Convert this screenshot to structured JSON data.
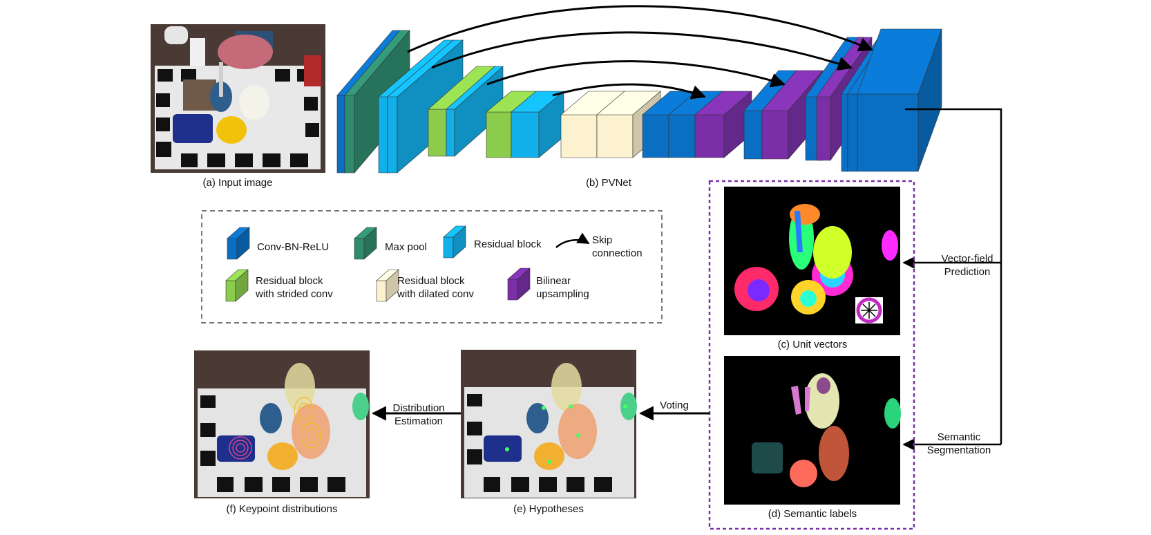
{
  "captions": {
    "input_image": "(a) Input image",
    "pvnet": "(b) PVNet",
    "unit_vectors": "(c) Unit vectors",
    "semantic_labels": "(d) Semantic labels",
    "hypotheses": "(e) Hypotheses",
    "keypoint_distributions": "(f) Keypoint distributions"
  },
  "legend": {
    "conv": "Conv-BN-ReLU",
    "maxpool": "Max pool",
    "residual": "Residual block",
    "skip_line1": "Skip",
    "skip_line2": "connection",
    "strided_line1": "Residual block",
    "strided_line2": "with strided conv",
    "dilated_line1": "Residual block",
    "dilated_line2": "with dilated conv",
    "bilinear_line1": "Bilinear",
    "bilinear_line2": "upsampling"
  },
  "flow_labels": {
    "vector_field_line1": "Vector-field",
    "vector_field_line2": "Prediction",
    "semantic_line1": "Semantic",
    "semantic_line2": "Segmentation",
    "voting": "Voting",
    "distribution_line1": "Distribution",
    "distribution_line2": "Estimation"
  },
  "colors": {
    "conv": "#0a6fc2",
    "maxpool": "#2e8b6e",
    "residual": "#12b0ea",
    "strided": "#8ccc4c",
    "dilated": "#fdf2cf",
    "bilinear": "#7a2fa8",
    "panel_border": "#7a2fa8"
  }
}
